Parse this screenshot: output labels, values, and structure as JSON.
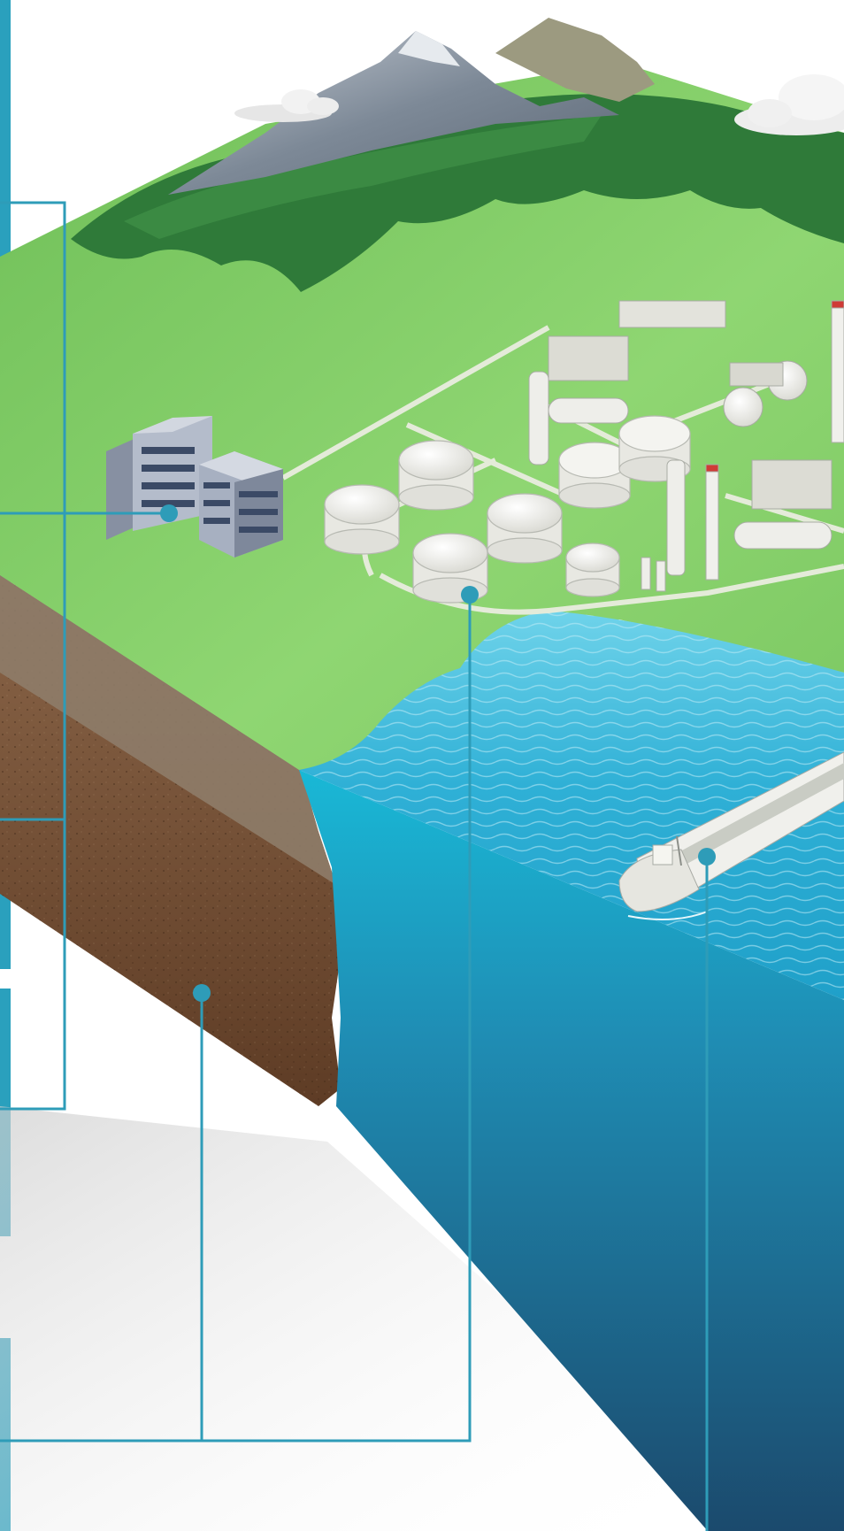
{
  "colors": {
    "accent": "#2aa0bd",
    "connector": "#2e9cb8",
    "grass": "#86cf6c",
    "forest": "#2f7a39",
    "water_surface": "#3fb7d8",
    "water_deep": "#1d4f73",
    "soil": "#7a5236",
    "soil_top": "#8d7a66",
    "rock": "#8d97a3",
    "tank": "#f2f2ee",
    "pipe_road": "#dfe6d2",
    "building": "#a9b3c4",
    "ship_hull": "#e8e8e4"
  },
  "callouts": [
    {
      "name": "office-building-callout",
      "target": "office-building"
    },
    {
      "name": "storage-tank-callout",
      "target": "storage-tank"
    },
    {
      "name": "subsurface-soil-callout",
      "target": "soil-cross-section"
    },
    {
      "name": "tanker-ship-callout",
      "target": "tanker-ship"
    }
  ],
  "icons": [
    "office-building-icon",
    "storage-tank-icon",
    "tanker-ship-icon",
    "distillation-column-icon",
    "cloud-icon",
    "mountain-icon"
  ]
}
